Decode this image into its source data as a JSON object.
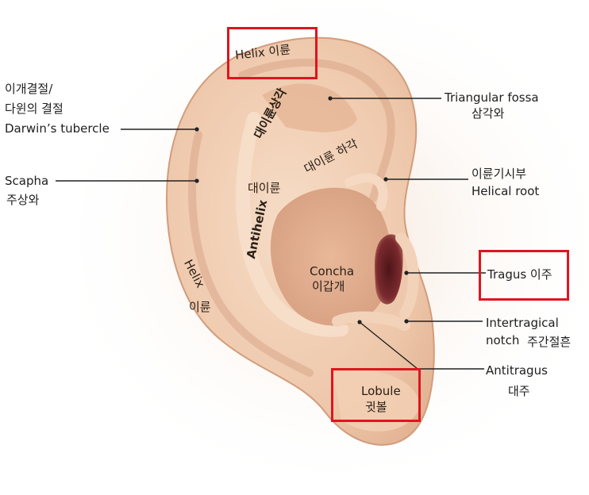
{
  "labels": {
    "helix_top": "Helix 이륜",
    "darwin_kr_1": "이개결절/",
    "darwin_kr_2": "다윈의 결절",
    "darwin_en": "Darwin’s tubercle",
    "scapha_en": "Scapha",
    "scapha_kr": "주상와",
    "tri_en": "Triangular fossa",
    "tri_kr": "삼각와",
    "crus_sup": "대이륜상각",
    "crus_inf": "대이륜 하각",
    "helroot_kr": "이륜기시부",
    "helroot_en": "Helical root",
    "antihelix_kr": "대이륜",
    "antihelix_en": "Antihelix",
    "concha_en": "Concha",
    "concha_kr": "이갑개",
    "tragus": "Tragus 이주",
    "helix_side_en": "Helix",
    "helix_side_kr": "이륜",
    "inter_en_1": "Intertragical",
    "inter_en_2": "notch",
    "inter_kr": "주간절흔",
    "lobule_en": "Lobule",
    "lobule_kr": "귓볼",
    "antitragus_en": "Antitragus",
    "antitragus_kr": "대주"
  },
  "colors": {
    "highlight": "#e0141e",
    "skin": "#f1cfb5",
    "skin_shadow": "#d9a98a",
    "canal": "#7a2a2e"
  }
}
